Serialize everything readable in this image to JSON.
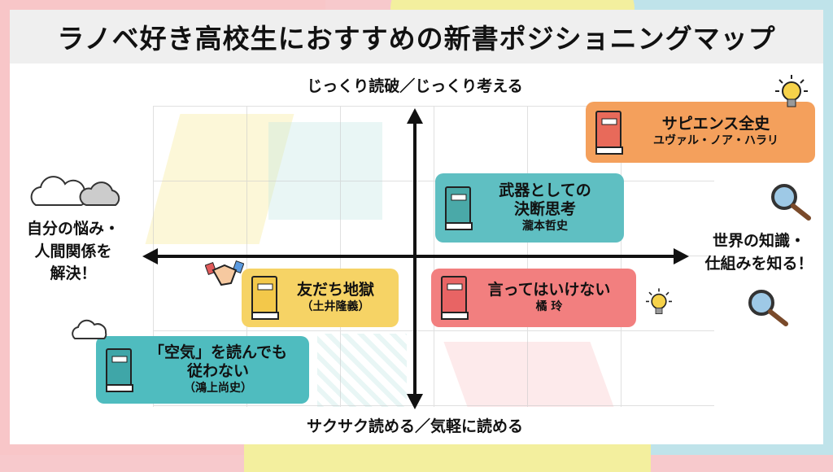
{
  "title": "ラノベ好き高校生におすすめの新書ポジショニングマップ",
  "axes": {
    "top": "じっくり読破／じっくり考える",
    "bottom": "サクサク読める／気軽に読める",
    "left": [
      "自分の悩み・",
      "人間関係を",
      "解決！"
    ],
    "right": [
      "世界の知識・",
      "仕組みを知る！"
    ]
  },
  "books": [
    {
      "title": "サピエンス全史",
      "author": "ユヴァル・ノア・ハラリ",
      "color": "#f4a05c"
    },
    {
      "title": "武器としての決断思考",
      "title_lines": [
        "武器としての",
        "決断思考"
      ],
      "author": "瀧本哲史",
      "color": "#5fbfc2"
    },
    {
      "title": "友だち地獄",
      "author": "（土井隆義）",
      "color": "#f6d365"
    },
    {
      "title": "言ってはいけない",
      "author": "橘 玲",
      "color": "#f27f7f"
    },
    {
      "title": "「空気」を読んでも従わない",
      "title_lines": [
        "「空気」を読んでも",
        "従わない"
      ],
      "author": "（鴻上尚史）",
      "color": "#4fbcbf"
    }
  ],
  "icons": [
    "lightbulb-icon",
    "magnifier-icon",
    "cloud-icon",
    "handshake-icon",
    "book-icon"
  ]
}
